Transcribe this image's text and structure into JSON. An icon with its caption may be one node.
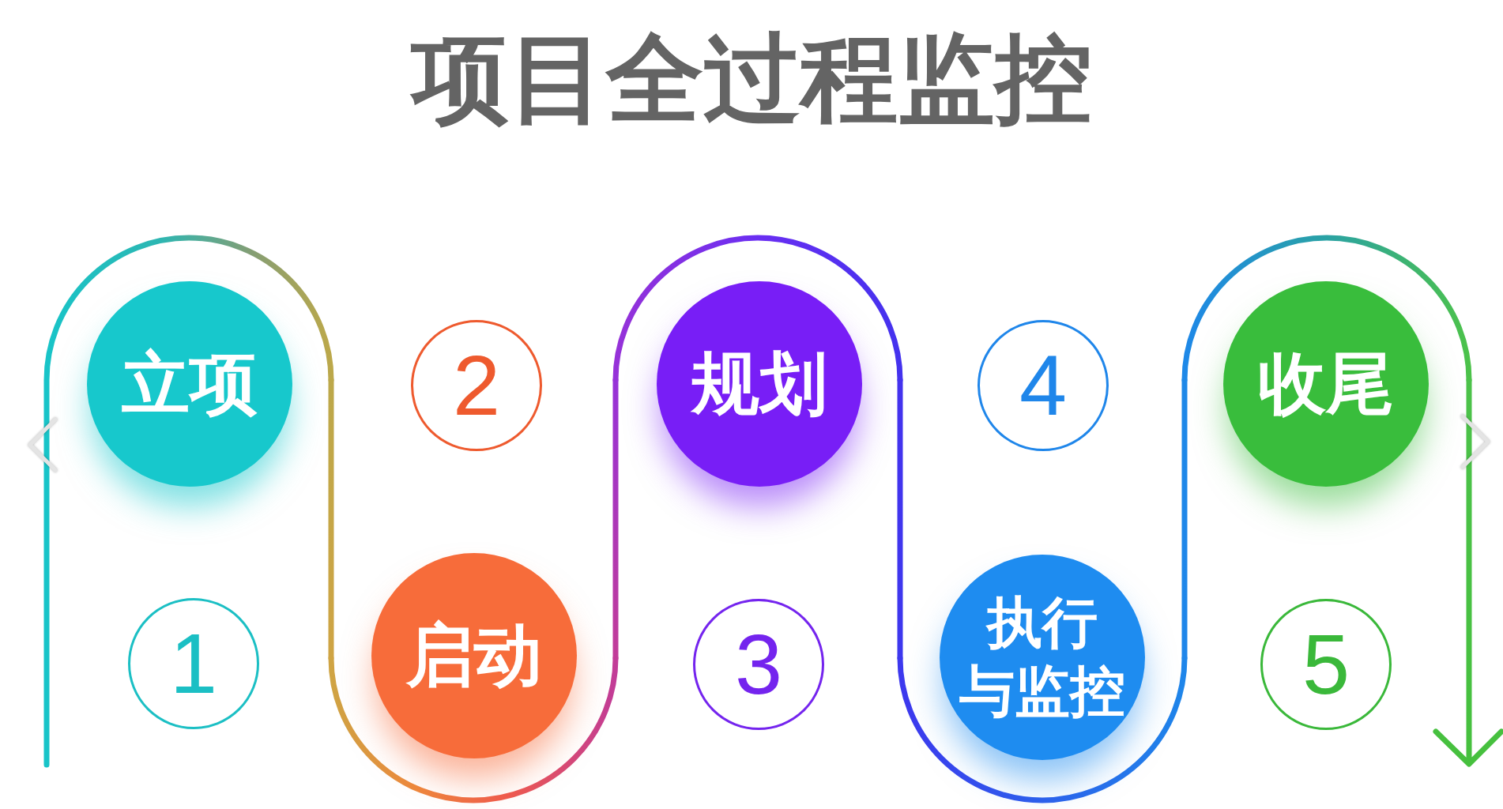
{
  "diagram": {
    "title": "项目全过程监控",
    "nodes": [
      {
        "text": [
          "立项"
        ]
      },
      {
        "text": [
          "1"
        ]
      },
      {
        "text": [
          "2"
        ]
      },
      {
        "text": [
          "启动"
        ]
      },
      {
        "text": [
          "规划"
        ]
      },
      {
        "text": [
          "3"
        ]
      },
      {
        "text": [
          "4"
        ]
      },
      {
        "text": [
          "执行与监控"
        ]
      },
      {
        "text": [
          "收尾"
        ]
      },
      {
        "text": [
          "5"
        ]
      }
    ]
  }
}
